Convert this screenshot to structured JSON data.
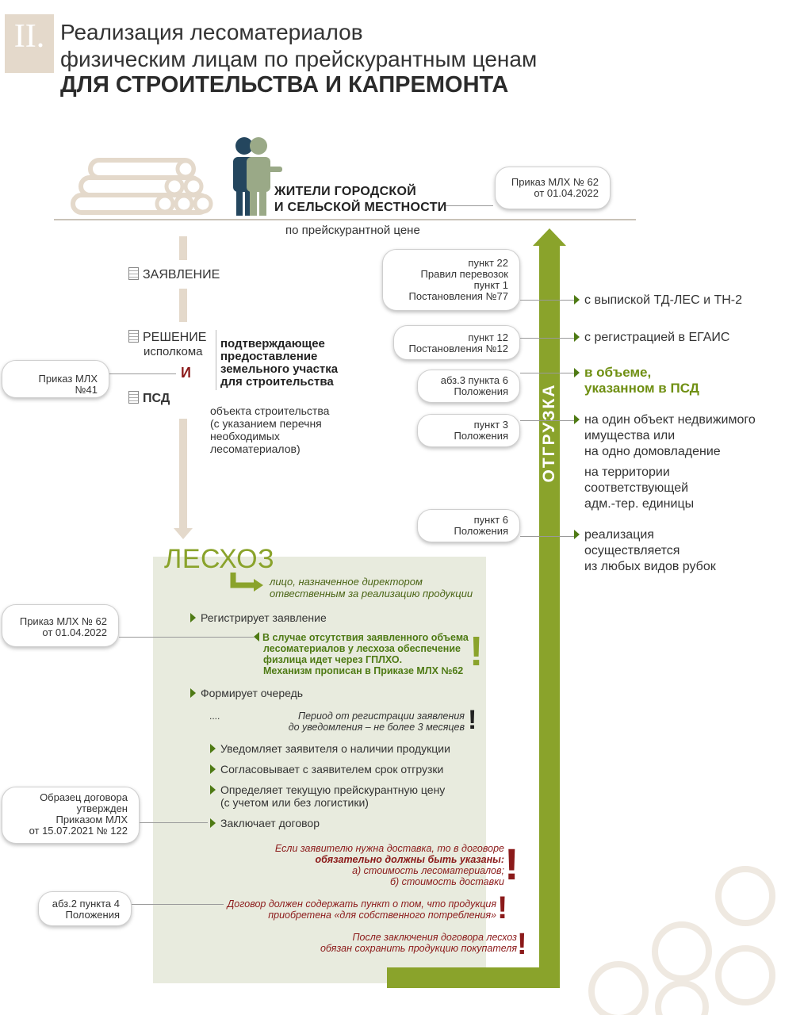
{
  "header": {
    "section": "II.",
    "title_line1": "Реализация лесоматериалов",
    "title_line2": "физическим лицам по прейскурантным ценам",
    "title_line3": "ДЛЯ СТРОИТЕЛЬСТВА И КАПРЕМОНТА"
  },
  "top": {
    "residents_line1": "ЖИТЕЛИ ГОРОДСКОЙ",
    "residents_line2": "И СЕЛЬСКОЙ МЕСТНОСТИ",
    "price_text": "по прейскурантной цене",
    "order_line1": "Приказ МЛХ № 62",
    "order_line2": "от 01.04.2022"
  },
  "docs": {
    "application": "ЗАЯВЛЕНИЕ",
    "decision_line1": "РЕШЕНИЕ",
    "decision_line2": "исполкома",
    "and": "И",
    "psd": "ПСД",
    "confirm_line1": "подтверждающее",
    "confirm_line2": "предоставление",
    "confirm_line3": "земельного участка",
    "confirm_line4": "для строительства",
    "object_line1": "объекта строительства",
    "object_line2": "(с указанием перечня",
    "object_line3": "необходимых",
    "object_line4": "лесоматериалов)",
    "order41": "Приказ МЛХ №41"
  },
  "leshoz": {
    "title": "ЛЕСХОЗ",
    "person_line1": "лицо, назначенное директором",
    "person_line2": "отвественным за реализацию продукции",
    "step1": "Регистрирует заявление",
    "warn1_line1": "В случае отсутствия заявленного объема",
    "warn1_line2": "лесоматериалов у лесхоза обеспечение",
    "warn1_line3": "физлица идет через ГПЛХО.",
    "warn1_line4": "Механизм прописан в Приказе МЛХ №62",
    "step2": "Формирует очередь",
    "dots": "....",
    "period_line1": "Период от регистрации заявления",
    "period_line2": "до уведомления – не более 3 месяцев",
    "step3": "Уведомляет заявителя о наличии продукции",
    "step4": "Согласовывает с заявителем срок отгрузки",
    "step5_line1": "Определяет текущую прейскурантную цену",
    "step5_line2": "(с учетом или без логистики)",
    "step6": "Заключает договор",
    "red1_line1": "Если заявителю нужна доставка, то в договоре",
    "red1_line2": "обязательно должны быть указаны:",
    "red1_line3": "а) стоимость лесоматериалов;",
    "red1_line4": "б) стоимость доставки",
    "red2_line1": "Договор должен содержать пункт о том, что продукция",
    "red2_line2": "приобретена «для собственного потребления»",
    "red3_line1": "После заключения договора лесхоз",
    "red3_line2": "обязан сохранить продукцию покупателя",
    "excl": "!"
  },
  "left_refs": {
    "order62_line1": "Приказ МЛХ № 62",
    "order62_line2": "от 01.04.2022",
    "contract_line1": "Образец договора",
    "contract_line2": "утвержден",
    "contract_line3": "Приказом МЛХ",
    "contract_line4": "от 15.07.2021 № 122",
    "abz_line1": "абз.2 пункта 4",
    "abz_line2": "Положения"
  },
  "shipment": {
    "label": "ОТГРУЗКА",
    "ref1_line1": "пункт 22",
    "ref1_line2": "Правил перевозок",
    "ref1_line3": "пункт 1",
    "ref1_line4": "Постановления №77",
    "ref2_line1": "пункт 12",
    "ref2_line2": "Постановления №12",
    "ref3_line1": "абз.3 пункта 6",
    "ref3_line2": "Положения",
    "ref4_line1": "пункт 3",
    "ref4_line2": "Положения",
    "ref5_line1": "пункт 6",
    "ref5_line2": "Положения",
    "cond1": "с выпиской ТД-ЛЕС и ТН-2",
    "cond2": "с регистрацией в ЕГАИС",
    "cond3_line1": "в объеме,",
    "cond3_line2": "указанном в ПСД",
    "cond4_line1": "на один объект недвижимого",
    "cond4_line2": "имущества или",
    "cond4_line3": "на одно домовладение",
    "cond5_line1": "на территории",
    "cond5_line2": "соответствующей",
    "cond5_line3": "адм.-тер. единицы",
    "cond6_line1": "реализация",
    "cond6_line2": "осуществляется",
    "cond6_line3": "из любых видов рубок"
  },
  "colors": {
    "green_dark": "#4e7a14",
    "green_bar": "#8aa32b",
    "beige": "#e4d9cb",
    "red": "#8b1a1a",
    "panel": "#e8ebde"
  }
}
